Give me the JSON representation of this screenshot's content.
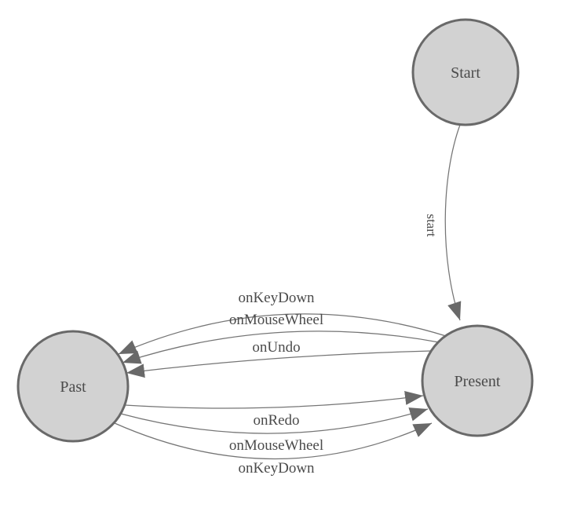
{
  "diagram": {
    "title": "finite state machine: undo-redo states",
    "colors": {
      "background": "#ffffff",
      "node_fill": "#d2d2d2",
      "node_stroke": "#696969",
      "edge_color": "#757575",
      "text_color": "#4b4b4b"
    },
    "nodes": [
      {
        "id": "start",
        "label": "Start"
      },
      {
        "id": "present",
        "label": "Present"
      },
      {
        "id": "past",
        "label": "Past"
      }
    ],
    "edges": [
      {
        "from": "start",
        "to": "present",
        "label": "start"
      },
      {
        "from": "present",
        "to": "past",
        "label": "onKeyDown"
      },
      {
        "from": "present",
        "to": "past",
        "label": "onMouseWheel"
      },
      {
        "from": "present",
        "to": "past",
        "label": "onUndo"
      },
      {
        "from": "past",
        "to": "present",
        "label": "onRedo"
      },
      {
        "from": "past",
        "to": "present",
        "label": "onMouseWheel"
      },
      {
        "from": "past",
        "to": "present",
        "label": "onKeyDown"
      }
    ]
  }
}
